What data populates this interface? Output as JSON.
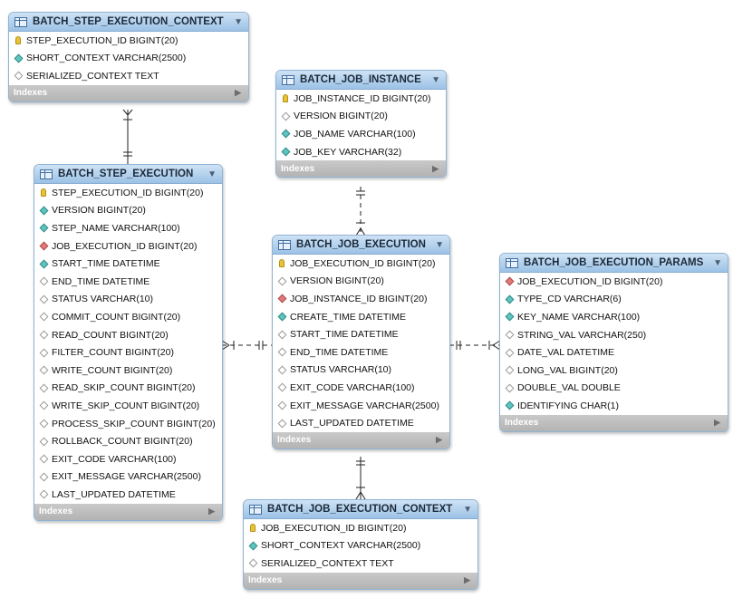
{
  "indexes_label": "Indexes",
  "tables": {
    "step_execution_context": {
      "name": "BATCH_STEP_EXECUTION_CONTEXT",
      "columns": [
        {
          "text": "STEP_EXECUTION_ID BIGINT(20)",
          "icon": "key"
        },
        {
          "text": "SHORT_CONTEXT VARCHAR(2500)",
          "icon": "nn"
        },
        {
          "text": "SERIALIZED_CONTEXT TEXT",
          "icon": "nul"
        }
      ]
    },
    "job_instance": {
      "name": "BATCH_JOB_INSTANCE",
      "columns": [
        {
          "text": "JOB_INSTANCE_ID BIGINT(20)",
          "icon": "key"
        },
        {
          "text": "VERSION BIGINT(20)",
          "icon": "nul"
        },
        {
          "text": "JOB_NAME VARCHAR(100)",
          "icon": "nn"
        },
        {
          "text": "JOB_KEY VARCHAR(32)",
          "icon": "nn"
        }
      ]
    },
    "step_execution": {
      "name": "BATCH_STEP_EXECUTION",
      "columns": [
        {
          "text": "STEP_EXECUTION_ID BIGINT(20)",
          "icon": "key"
        },
        {
          "text": "VERSION BIGINT(20)",
          "icon": "nn"
        },
        {
          "text": "STEP_NAME VARCHAR(100)",
          "icon": "nn"
        },
        {
          "text": "JOB_EXECUTION_ID BIGINT(20)",
          "icon": "fk"
        },
        {
          "text": "START_TIME DATETIME",
          "icon": "nn"
        },
        {
          "text": "END_TIME DATETIME",
          "icon": "nul"
        },
        {
          "text": "STATUS VARCHAR(10)",
          "icon": "nul"
        },
        {
          "text": "COMMIT_COUNT BIGINT(20)",
          "icon": "nul"
        },
        {
          "text": "READ_COUNT BIGINT(20)",
          "icon": "nul"
        },
        {
          "text": "FILTER_COUNT BIGINT(20)",
          "icon": "nul"
        },
        {
          "text": "WRITE_COUNT BIGINT(20)",
          "icon": "nul"
        },
        {
          "text": "READ_SKIP_COUNT BIGINT(20)",
          "icon": "nul"
        },
        {
          "text": "WRITE_SKIP_COUNT BIGINT(20)",
          "icon": "nul"
        },
        {
          "text": "PROCESS_SKIP_COUNT BIGINT(20)",
          "icon": "nul"
        },
        {
          "text": "ROLLBACK_COUNT BIGINT(20)",
          "icon": "nul"
        },
        {
          "text": "EXIT_CODE VARCHAR(100)",
          "icon": "nul"
        },
        {
          "text": "EXIT_MESSAGE VARCHAR(2500)",
          "icon": "nul"
        },
        {
          "text": "LAST_UPDATED DATETIME",
          "icon": "nul"
        }
      ]
    },
    "job_execution": {
      "name": "BATCH_JOB_EXECUTION",
      "columns": [
        {
          "text": "JOB_EXECUTION_ID BIGINT(20)",
          "icon": "key"
        },
        {
          "text": "VERSION BIGINT(20)",
          "icon": "nul"
        },
        {
          "text": "JOB_INSTANCE_ID BIGINT(20)",
          "icon": "fk"
        },
        {
          "text": "CREATE_TIME DATETIME",
          "icon": "nn"
        },
        {
          "text": "START_TIME DATETIME",
          "icon": "nul"
        },
        {
          "text": "END_TIME DATETIME",
          "icon": "nul"
        },
        {
          "text": "STATUS VARCHAR(10)",
          "icon": "nul"
        },
        {
          "text": "EXIT_CODE VARCHAR(100)",
          "icon": "nul"
        },
        {
          "text": "EXIT_MESSAGE VARCHAR(2500)",
          "icon": "nul"
        },
        {
          "text": "LAST_UPDATED DATETIME",
          "icon": "nul"
        }
      ]
    },
    "job_execution_params": {
      "name": "BATCH_JOB_EXECUTION_PARAMS",
      "columns": [
        {
          "text": "JOB_EXECUTION_ID BIGINT(20)",
          "icon": "fk"
        },
        {
          "text": "TYPE_CD VARCHAR(6)",
          "icon": "nn"
        },
        {
          "text": "KEY_NAME VARCHAR(100)",
          "icon": "nn"
        },
        {
          "text": "STRING_VAL VARCHAR(250)",
          "icon": "nul"
        },
        {
          "text": "DATE_VAL DATETIME",
          "icon": "nul"
        },
        {
          "text": "LONG_VAL BIGINT(20)",
          "icon": "nul"
        },
        {
          "text": "DOUBLE_VAL DOUBLE",
          "icon": "nul"
        },
        {
          "text": "IDENTIFYING CHAR(1)",
          "icon": "nn"
        }
      ]
    },
    "job_execution_context": {
      "name": "BATCH_JOB_EXECUTION_CONTEXT",
      "columns": [
        {
          "text": "JOB_EXECUTION_ID BIGINT(20)",
          "icon": "key"
        },
        {
          "text": "SHORT_CONTEXT VARCHAR(2500)",
          "icon": "nn"
        },
        {
          "text": "SERIALIZED_CONTEXT TEXT",
          "icon": "nul"
        }
      ]
    }
  }
}
